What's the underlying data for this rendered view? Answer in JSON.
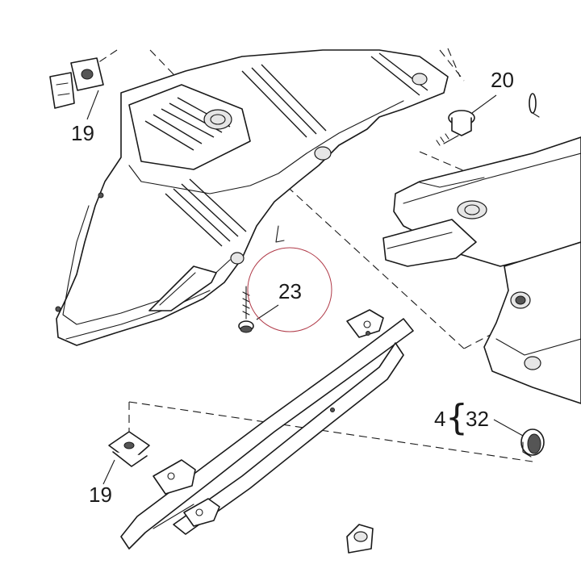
{
  "labels": {
    "c19_top": "19",
    "c20": "20",
    "c23": "23",
    "c4": "4",
    "c32": "32",
    "c19_bottom": "19"
  },
  "colors": {
    "line": "#1a1a1a",
    "highlight_circle": "#b03a48",
    "background": "#ffffff"
  }
}
